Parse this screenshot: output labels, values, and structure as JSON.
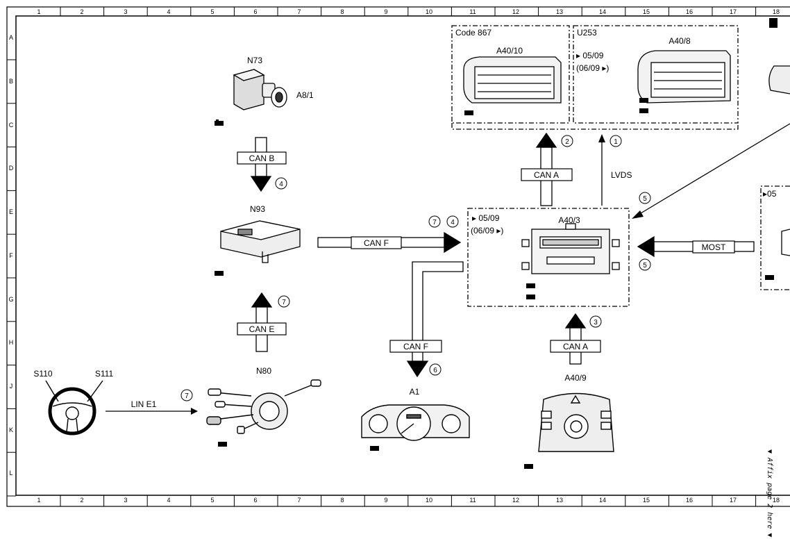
{
  "frame": {
    "columns": [
      "1",
      "2",
      "3",
      "4",
      "5",
      "6",
      "7",
      "8",
      "9",
      "10",
      "11",
      "12",
      "13",
      "14",
      "15",
      "16",
      "17",
      "18"
    ],
    "rows": [
      "A",
      "B",
      "C",
      "D",
      "E",
      "F",
      "G",
      "H",
      "J",
      "K",
      "L"
    ]
  },
  "components": {
    "n73": "N73",
    "a8_1": "A8/1",
    "n93": "N93",
    "n80": "N80",
    "s110": "S110",
    "s111": "S111",
    "a1": "A1",
    "a40_9": "A40/9",
    "a40_3": "A40/3",
    "a40_10": "A40/10",
    "a40_8": "A40/8"
  },
  "groups": {
    "code867": "Code 867",
    "u253": "U253",
    "a40_3_from": "05/09",
    "a40_3_paren": "(06/09",
    "u253_from": "05/09",
    "u253_paren": "(06/09",
    "right_partial": "05"
  },
  "buses": {
    "can_b": "CAN B",
    "can_e": "CAN E",
    "can_f_horizontal": "CAN F",
    "can_f_vertical": "CAN F",
    "can_a_top": "CAN A",
    "can_a_bottom": "CAN A",
    "lvds": "LVDS",
    "most": "MOST",
    "lin_e1": "LIN E1"
  },
  "notes": {
    "n1": "1",
    "n2": "2",
    "n3": "3",
    "n4a": "4",
    "n4b": "4",
    "n5a": "5",
    "n5b": "5",
    "n6": "6",
    "n7a": "7",
    "n7b": "7",
    "n7c": "7"
  },
  "side_note": "▼ Affix page 2 here ▼"
}
